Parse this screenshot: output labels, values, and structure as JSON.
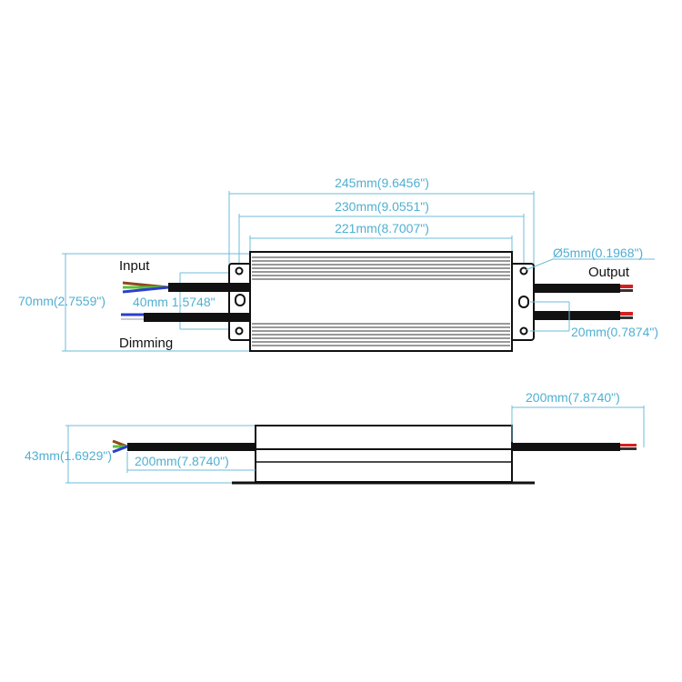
{
  "labels": {
    "input": "Input",
    "dimming": "Dimming",
    "output": "Output"
  },
  "dimensions": {
    "overall_length": "245mm(9.6456\")",
    "hole_spacing_length": "230mm(9.0551\")",
    "body_length": "221mm(8.7007\")",
    "width": "70mm(2.7559\")",
    "input_cable_spacing": "40mm 1.5748\"",
    "hole_diameter": "Ø5mm(0.1968\")",
    "output_cable_spacing": "20mm(0.7874\")",
    "height": "43mm(1.6929\")",
    "input_cable_length": "200mm(7.8740\")",
    "output_cable_length": "200mm(7.8740\")"
  },
  "colors": {
    "dimension": "#4fb0d2",
    "outline": "#111111",
    "wire_brown": "#8b4a1c",
    "wire_green": "#5cbf3a",
    "wire_blue": "#2a3fcf",
    "wire_red": "#d42020"
  }
}
